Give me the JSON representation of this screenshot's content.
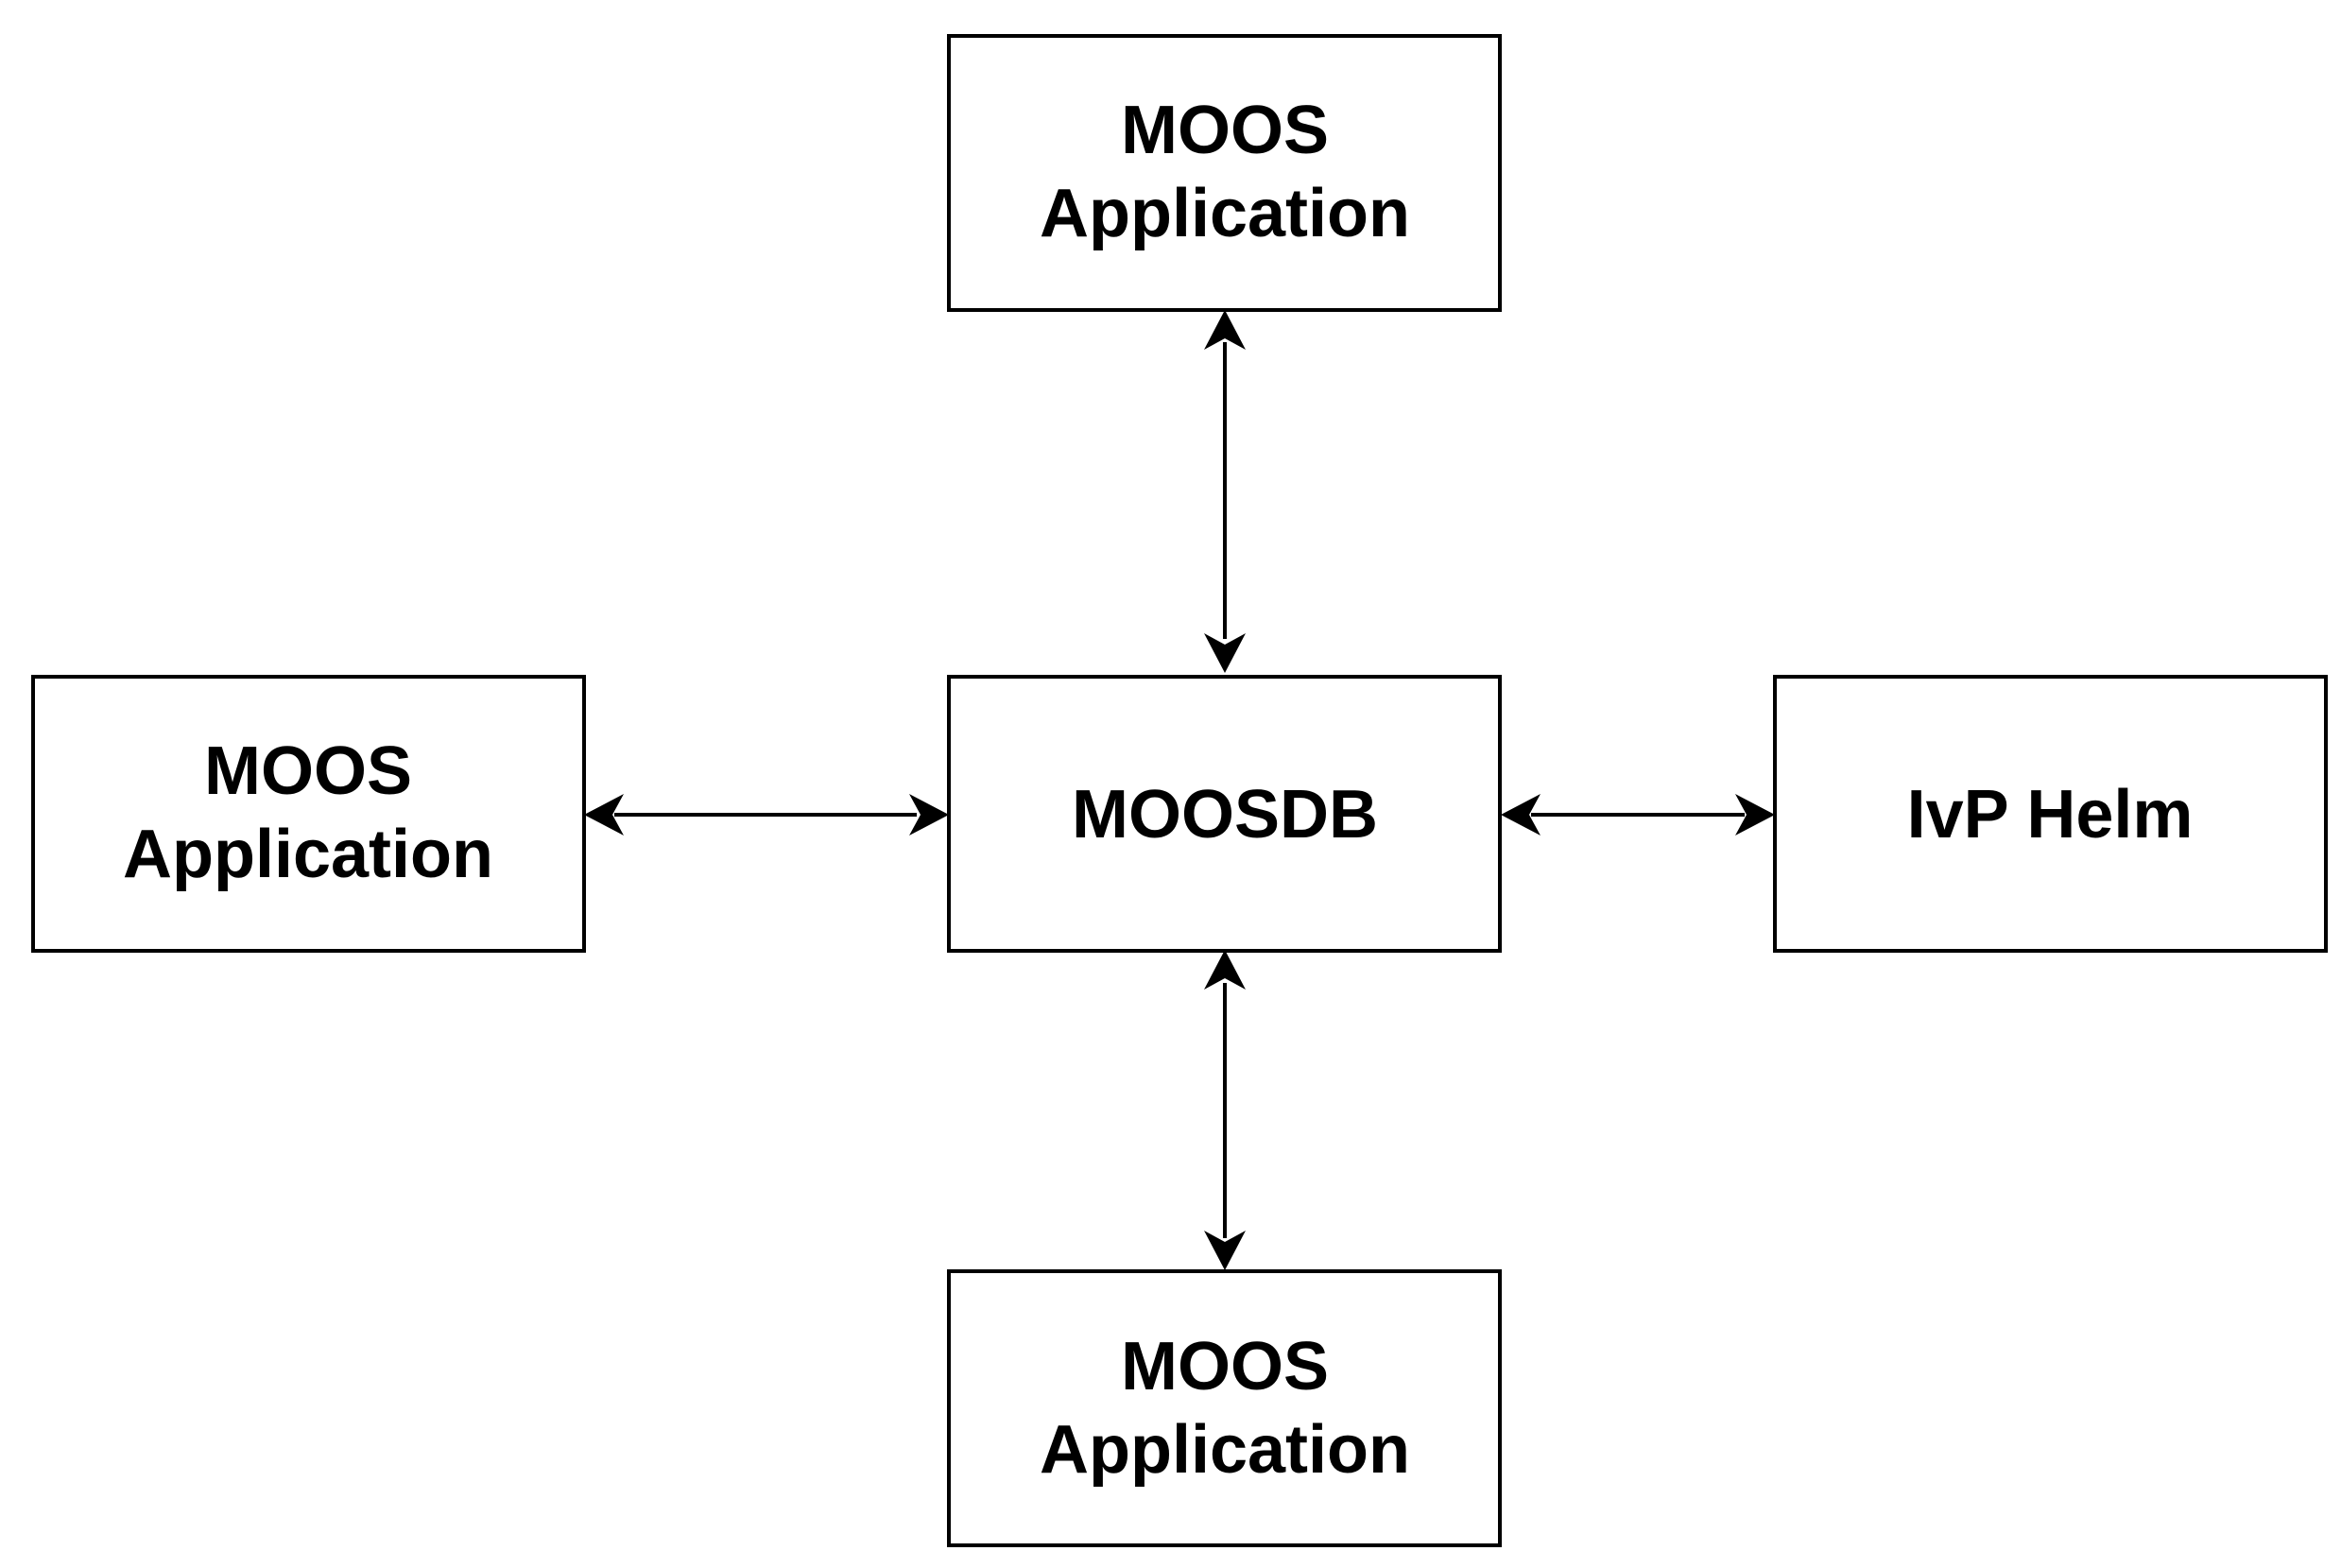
{
  "nodes": {
    "top": {
      "lines": [
        "MOOS",
        "Application"
      ]
    },
    "left": {
      "lines": [
        "MOOS",
        "Application"
      ]
    },
    "center": {
      "lines": [
        "MOOSDB"
      ]
    },
    "right": {
      "lines": [
        "IvP Helm"
      ]
    },
    "bottom": {
      "lines": [
        "MOOS",
        "Application"
      ]
    }
  },
  "edges": [
    {
      "from": "center",
      "to": "top",
      "bidirectional": true
    },
    {
      "from": "center",
      "to": "left",
      "bidirectional": true
    },
    {
      "from": "center",
      "to": "right",
      "bidirectional": true
    },
    {
      "from": "center",
      "to": "bottom",
      "bidirectional": true
    }
  ],
  "colors": {
    "stroke": "#000000",
    "fill": "#ffffff",
    "text": "#000000"
  }
}
